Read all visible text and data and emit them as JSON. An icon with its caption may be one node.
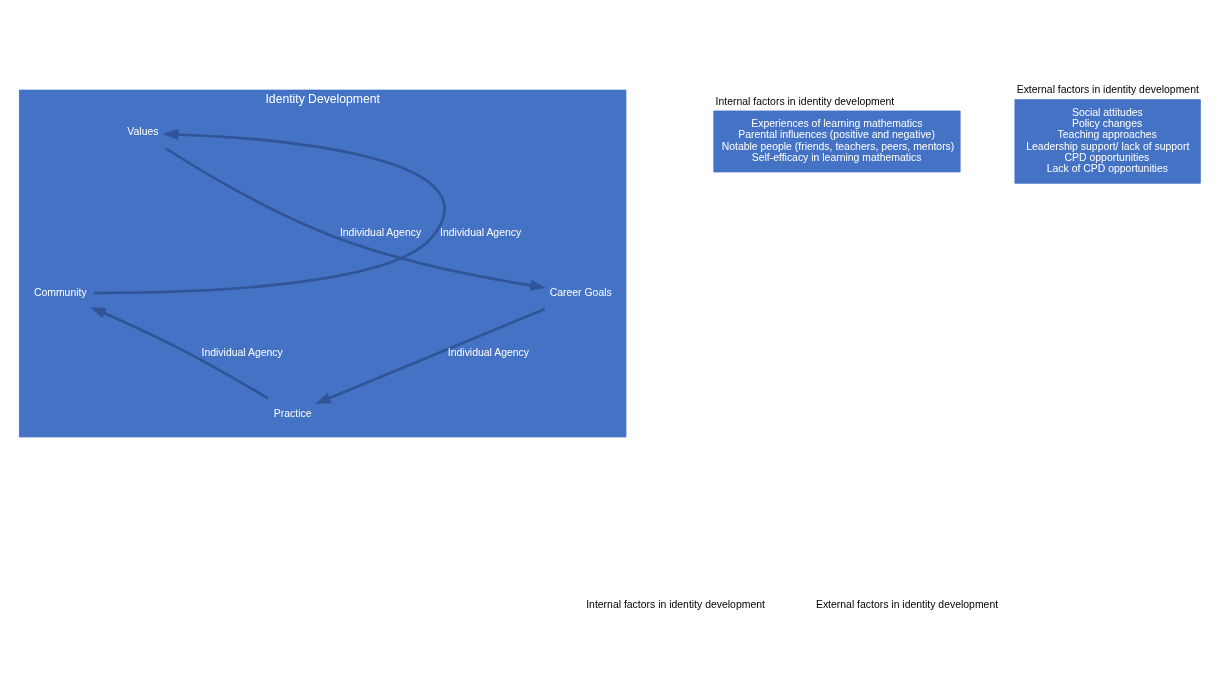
{
  "diagram": {
    "nodes": [
      {
        "text": [
          "Identity Development"
        ]
      },
      {
        "text": [
          "Values"
        ],
        "in": 0
      },
      {
        "text": [
          "Community"
        ],
        "in": 0
      },
      {
        "text": [
          "Career Goals"
        ],
        "in": 0
      },
      {
        "text": [
          "Practice"
        ],
        "in": 0
      },
      {
        "text": [
          "Internal factors in identity development",
          "Experiences of learning mathematics",
          "Parental influences (positive and negative)",
          "Notable people (friends, teachers, peers, mentors)",
          "Self-efficacy in learning mathematics"
        ]
      },
      {
        "text": [
          "External factors in identity development",
          "Social attitudes",
          "Policy changes",
          "Teaching approaches",
          "Leadership support/ lack of support",
          "CPD opportunities",
          "Lack of CPD opportunities"
        ]
      }
    ],
    "edges": [
      {
        "from": 2,
        "to": 1,
        "arrow": "to",
        "label": "Individual Agency"
      },
      {
        "from": 1,
        "to": 3,
        "arrow": "to",
        "label": "Individual Agency"
      },
      {
        "from": 3,
        "to": 4,
        "arrow": "to",
        "label": "Individual Agency"
      },
      {
        "from": 4,
        "to": 2,
        "arrow": "to",
        "label": "Individual Agency"
      }
    ],
    "labels": [
      "Internal factors in identity development",
      "External factors in identity development"
    ]
  }
}
